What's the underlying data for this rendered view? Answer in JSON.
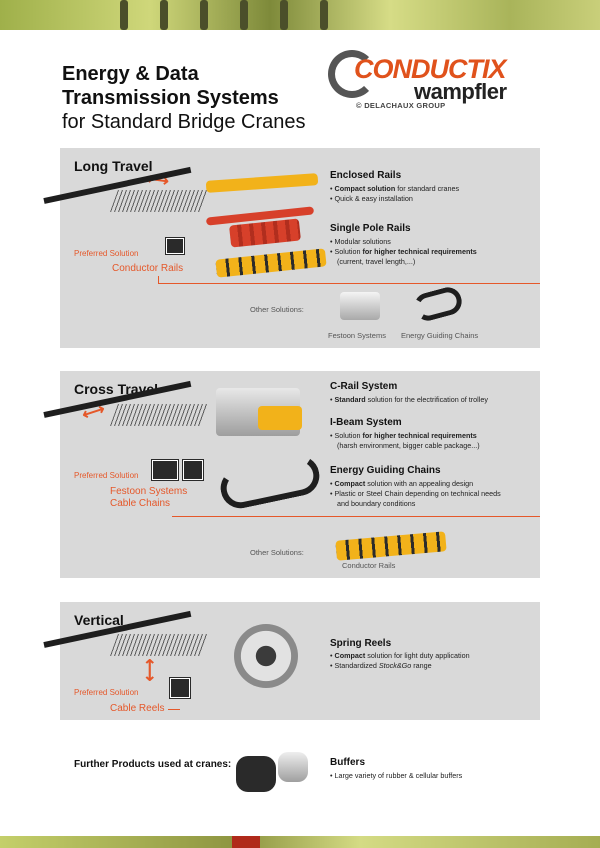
{
  "header": {
    "title_line1": "Energy & Data",
    "title_line2": "Transmission Systems",
    "title_line3": "for Standard Bridge Cranes",
    "logo_brand": "CONDUCTIX",
    "logo_sub": "wampfler",
    "logo_group": "© DELACHAUX GROUP"
  },
  "long_travel": {
    "title": "Long Travel",
    "preferred_label": "Preferred Solution",
    "preferred_solution": "Conductor Rails",
    "enclosed": {
      "heading": "Enclosed Rails",
      "b1_bold": "Compact solution",
      "b1_rest": " for standard cranes",
      "b2": "Quick & easy installation"
    },
    "single_pole": {
      "heading": "Single Pole Rails",
      "b1": "Modular solutions",
      "b2_pre": "Solution ",
      "b2_bold": "for higher technical requirements",
      "b2_cont": "(current, travel length,...)"
    },
    "other_label": "Other Solutions:",
    "other_items": [
      "Festoon Systems",
      "Energy Guiding Chains"
    ]
  },
  "cross_travel": {
    "title": "Cross Travel",
    "preferred_label": "Preferred Solution",
    "preferred_solution_1": "Festoon Systems",
    "preferred_solution_2": "Cable Chains",
    "crail": {
      "heading": "C-Rail System",
      "b1_bold": "Standard",
      "b1_rest": " solution for the electrification of trolley"
    },
    "ibeam": {
      "heading": "I-Beam System",
      "b1_pre": "Solution ",
      "b1_bold": "for higher technical requirements",
      "b1_cont": "(harsh environment, bigger cable package...)"
    },
    "chains": {
      "heading": "Energy Guiding Chains",
      "b1_bold": "Compact",
      "b1_rest": " solution with an appealing design",
      "b2": "Plastic or Steel Chain depending on technical needs",
      "b2_cont": "and boundary conditions"
    },
    "other_label": "Other Solutions:",
    "other_items": [
      "Conductor Rails"
    ]
  },
  "vertical": {
    "title": "Vertical",
    "preferred_label": "Preferred Solution",
    "preferred_solution": "Cable Reels",
    "spring": {
      "heading": "Spring Reels",
      "b1_bold": "Compact",
      "b1_rest": " solution for light duty application",
      "b2_pre": "Standardized ",
      "b2_italic": "Stock&Go",
      "b2_post": " range"
    }
  },
  "further": {
    "label": "Further Products used at cranes:",
    "buffers_heading": "Buffers",
    "buffers_b1": "Large variety of rubber & cellular buffers"
  },
  "colors": {
    "accent": "#e5582a",
    "panel": "#d9d9d9",
    "rail_yellow": "#f2b21a",
    "rail_red": "#d7402a"
  }
}
